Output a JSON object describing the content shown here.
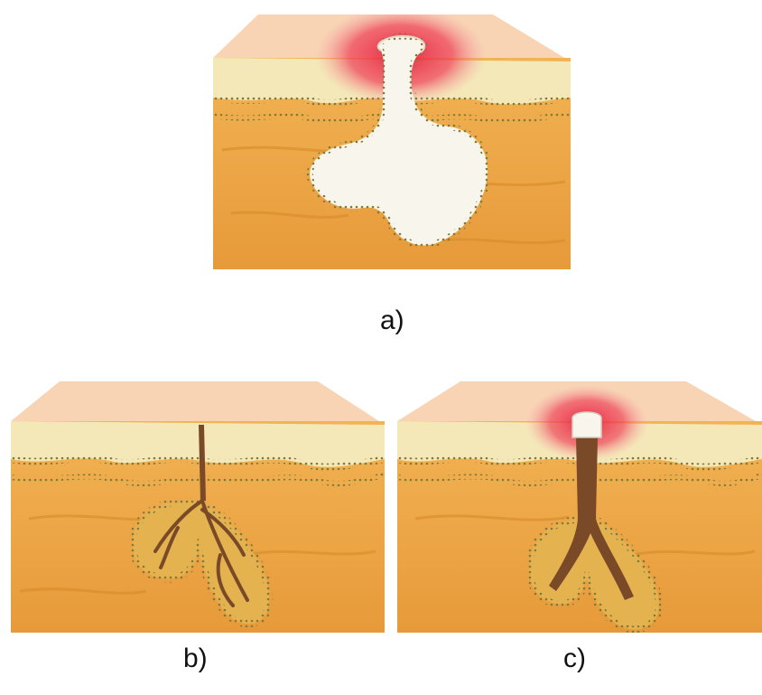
{
  "figure": {
    "panels": [
      {
        "id": "a",
        "label": "a)",
        "depicts": "sebaceous-cyst-inflamed"
      },
      {
        "id": "b",
        "label": "b)",
        "depicts": "gland-with-dark-duct"
      },
      {
        "id": "c",
        "label": "c)",
        "depicts": "gland-with-plug-inflamed"
      }
    ],
    "colors": {
      "skin_surface": "#f8d4b4",
      "epidermis": "#f4e8b8",
      "dermis": "#e9a040",
      "dermis_dark": "#d88a2a",
      "gland_border": "#8a7a3a",
      "cyst_fill": "#f8f6ec",
      "inflammation": "#e8203c",
      "duct_brown": "#7a4a28"
    }
  }
}
